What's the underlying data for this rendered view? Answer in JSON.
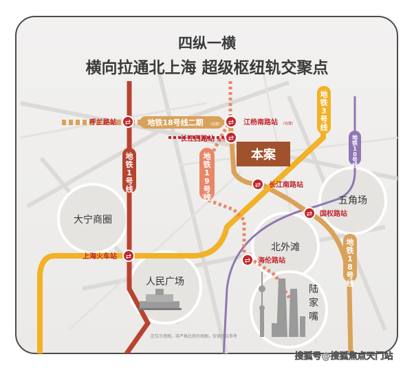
{
  "colors": {
    "line1": "#b8432f",
    "line3": "#f2b126",
    "line10": "#8f76b3",
    "line18": "#d9a25a",
    "line19": "#e8866a",
    "station_red": "#c0272d",
    "brand_box": "#a0522d"
  },
  "title": {
    "line1": "四纵一横",
    "line2": "横向拉通北上海  超级枢纽轨交聚点"
  },
  "lines": {
    "l1": "地铁1号线",
    "l3": "地铁3号线",
    "l10": "地铁10号线",
    "l18": "地铁18号线",
    "l18_phase2": "地铁18号线二期",
    "l19": "地铁19号线",
    "planned_tag": "(在建)"
  },
  "stations": {
    "hulan": "呼兰路站",
    "jiangpu": "江杨南路站",
    "changjiang_west": "长江西路站",
    "changjiang_south": "长江南路站",
    "guoquan": "国权路站",
    "shanghai_rail": "上海火车站",
    "hailun": "海伦路站"
  },
  "areas": {
    "daning": "大宁商圈",
    "people_square": "人民广场",
    "wujiaochang": "五角场",
    "north_bund": "北外滩",
    "lujiazui": "陆家嘴"
  },
  "project": {
    "label": "本案"
  },
  "footnote": "区位示意图，非严格比例尺地图，仅供区位参考",
  "watermark": "搜狐号@搜狐焦点天门站"
}
